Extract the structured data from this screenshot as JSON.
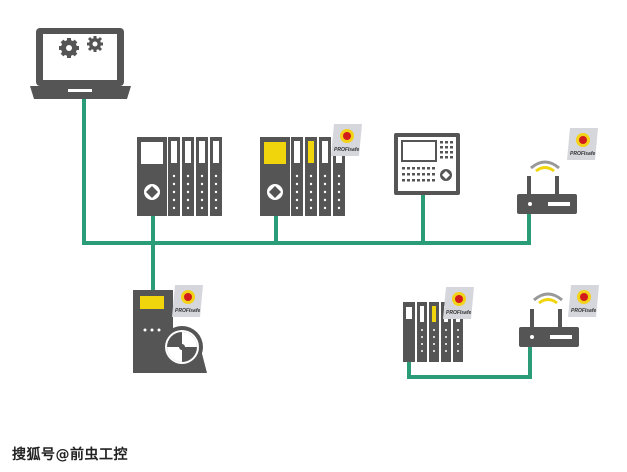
{
  "diagram": {
    "badge_label": "PROFIsafe",
    "watermark": "搜狐号@前虫工控",
    "colors": {
      "network": "#2a9d78",
      "device": "#555555",
      "module_face": "#cfcfcf",
      "highlight": "#f0d50c",
      "badge_bg": "#d6d7dc",
      "badge_ring": "#f3d31a",
      "badge_dot": "#d21c1c"
    },
    "nodes": [
      {
        "id": "laptop",
        "kind": "engineering-laptop"
      },
      {
        "id": "plc-standard",
        "kind": "modular-plc"
      },
      {
        "id": "plc-safety",
        "kind": "safety-plc",
        "badge": true
      },
      {
        "id": "hmi",
        "kind": "hmi-panel"
      },
      {
        "id": "wireless-ap-1",
        "kind": "wireless-access-point",
        "badge": true
      },
      {
        "id": "safety-drive",
        "kind": "safety-drive-with-motor",
        "badge": true
      },
      {
        "id": "remote-io",
        "kind": "safety-remote-io",
        "badge": true
      },
      {
        "id": "wireless-ap-2",
        "kind": "wireless-access-point",
        "badge": true
      }
    ]
  }
}
